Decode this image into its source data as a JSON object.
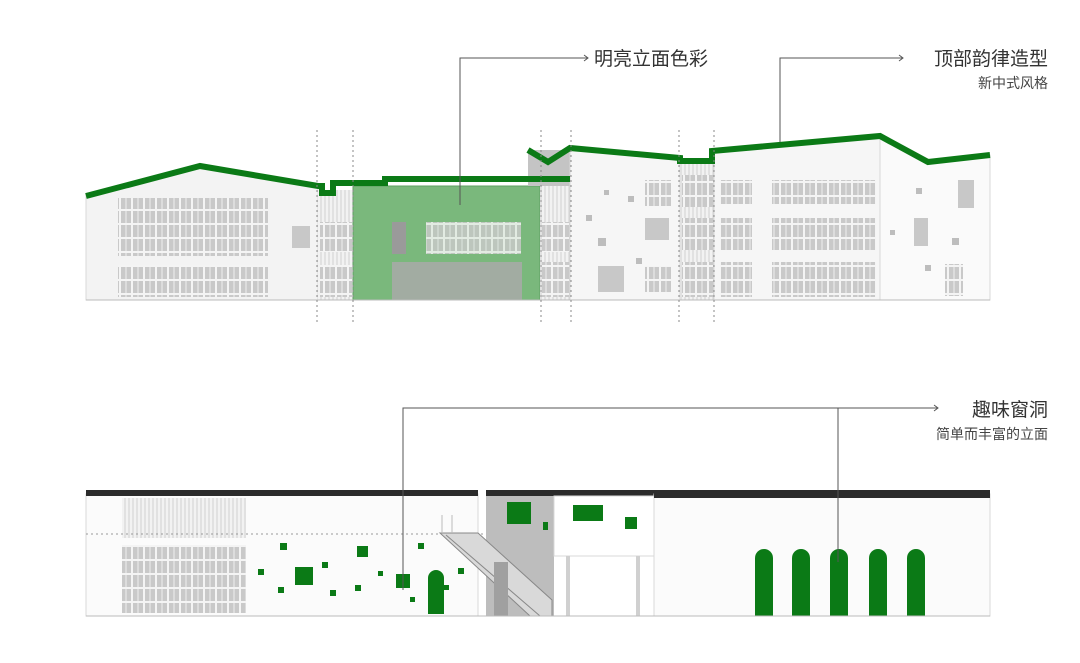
{
  "callouts": [
    {
      "title": "明亮立面色彩",
      "subtitle": ""
    },
    {
      "title": "顶部韵律造型",
      "subtitle": "新中式风格"
    },
    {
      "title": "趣味窗洞",
      "subtitle": "简单而丰富的立面"
    }
  ],
  "colors": {
    "accent_green": "#0b7a16",
    "light_green": "#7ab87c",
    "window_gray": "#c8c8c8",
    "dark_gray": "#9a9a9a",
    "roof_black": "#2b2b2b",
    "line": "#555555"
  },
  "icons": [
    "arrow-right-icon"
  ]
}
